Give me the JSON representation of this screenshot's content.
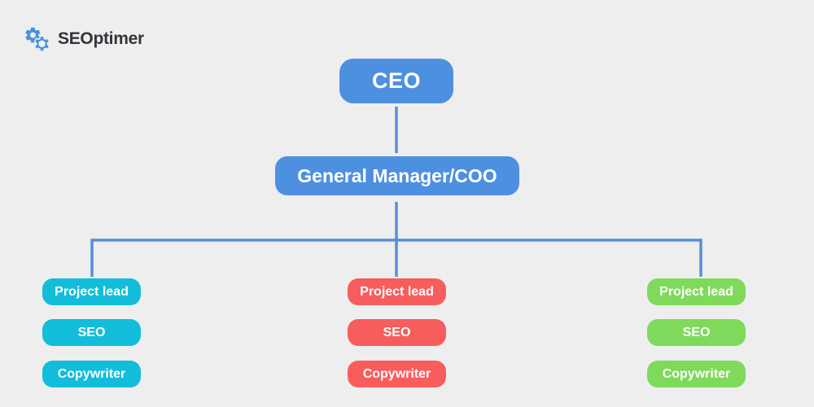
{
  "page": {
    "background_color": "#eeeeef"
  },
  "logo": {
    "brand": "SEOptimer",
    "icon": "interlocking-gears-icon",
    "icon_color": "#4a90db",
    "text_color": "#32353a"
  },
  "org_chart": {
    "connector_color": "#5a8ed8",
    "root": {
      "label": "CEO",
      "color": "#4e90e0",
      "text_color": "#ffffff"
    },
    "manager": {
      "label": "General Manager/COO",
      "color": "#4e90e0",
      "text_color": "#ffffff"
    },
    "teams": [
      {
        "id": "team-1",
        "color": "#12bdd9",
        "roles": [
          "Project lead",
          "SEO",
          "Copywriter"
        ]
      },
      {
        "id": "team-2",
        "color": "#f85d5d",
        "roles": [
          "Project lead",
          "SEO",
          "Copywriter"
        ]
      },
      {
        "id": "team-3",
        "color": "#7fd95a",
        "roles": [
          "Project lead",
          "SEO",
          "Copywriter"
        ]
      }
    ]
  }
}
